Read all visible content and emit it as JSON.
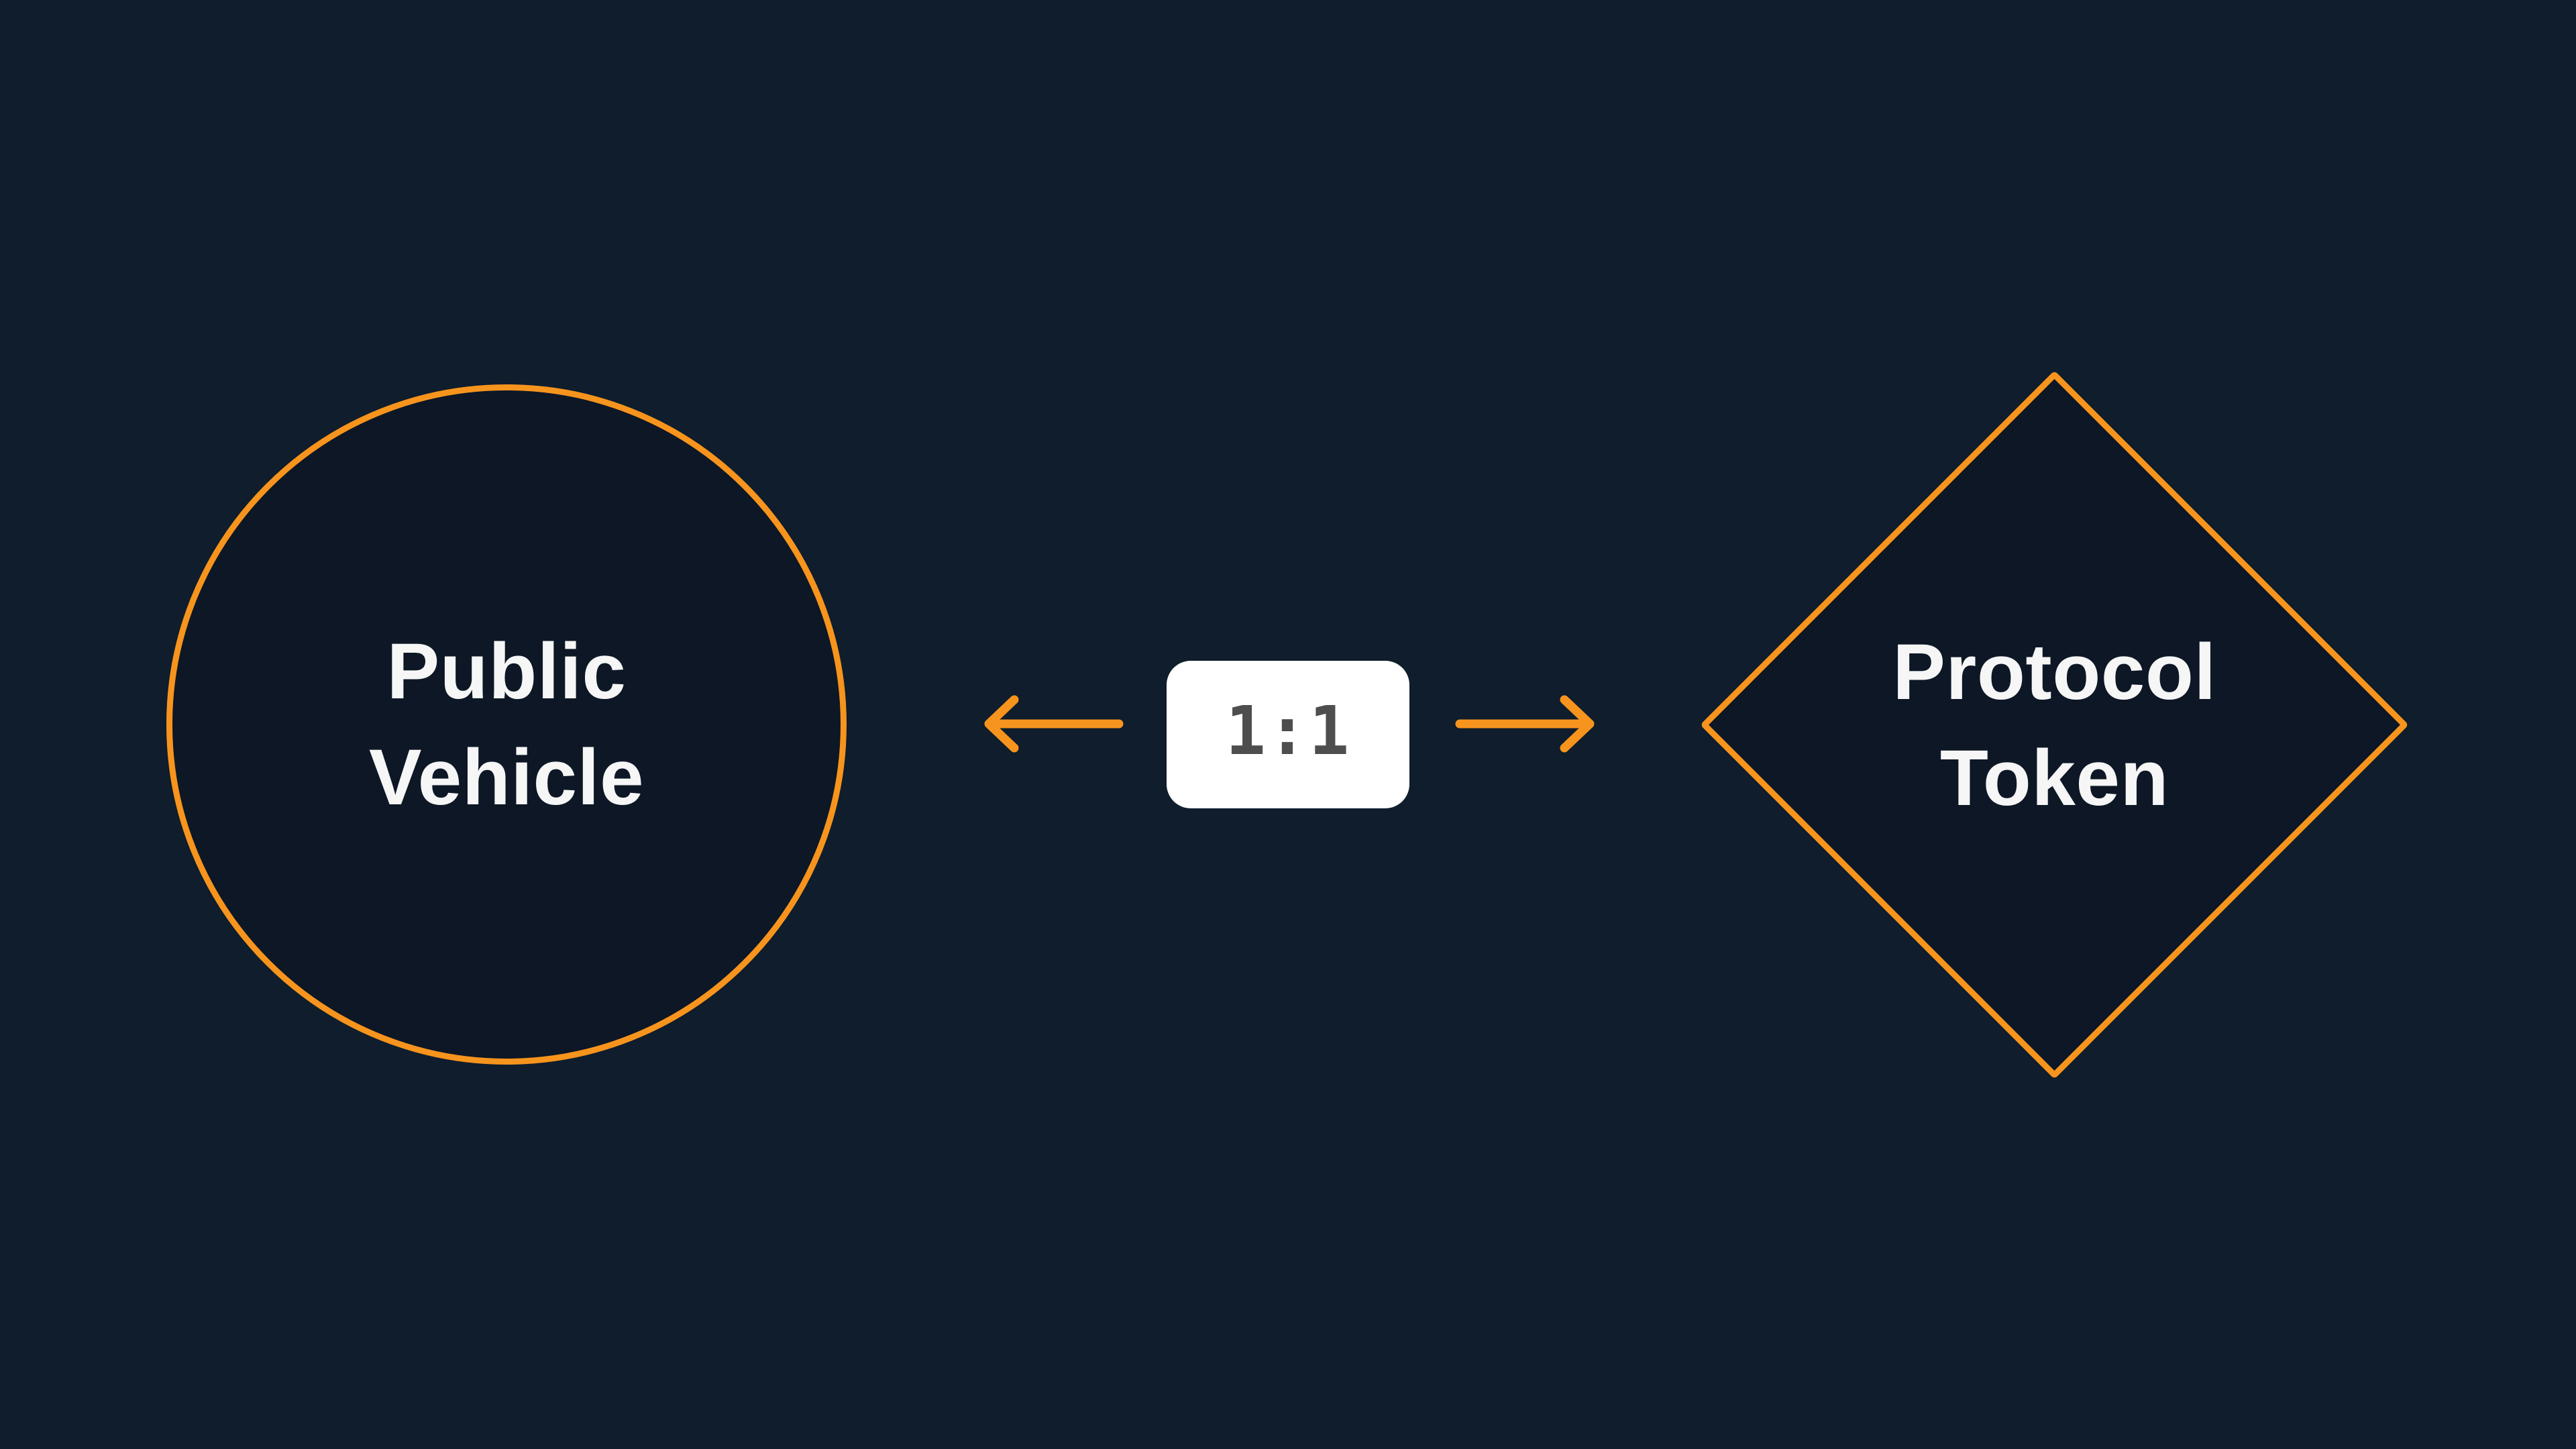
{
  "diagram": {
    "title": "token parity diagram",
    "background_color": "#0f1d2c",
    "shape_fill_color": "#0d1726",
    "accent_color": "#f7941d",
    "label_text_color": "#f5f6f5",
    "left_node": {
      "shape": "circle",
      "label_line1": "Public",
      "label_line2": "Vehicle"
    },
    "right_node": {
      "shape": "diamond",
      "label_line1": "Protocol",
      "label_line2": "Token"
    },
    "ratio_badge": {
      "label": "1:1",
      "background_color": "#ffffff",
      "text_color": "#4e4e4e"
    },
    "arrows": {
      "left": "arrow pointing left toward circle",
      "right": "arrow pointing right toward diamond"
    }
  }
}
